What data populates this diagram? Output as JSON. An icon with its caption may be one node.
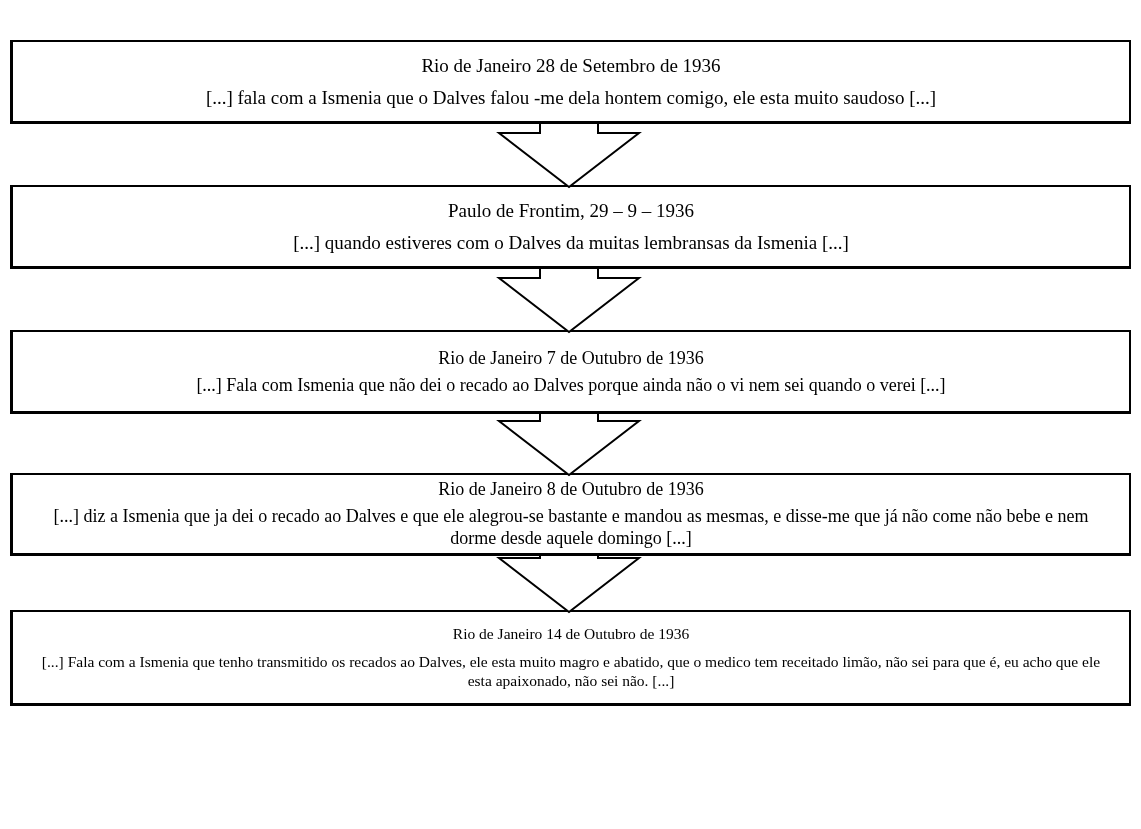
{
  "diagram": {
    "nodes": [
      {
        "text": [
          "Rio de Janeiro 28 de Setembro de 1936",
          "[...] fala com a Ismenia que o Dalves falou -me dela hontem comigo, ele esta muito saudoso [...]"
        ]
      },
      {
        "text": [
          "Paulo de Frontim, 29 – 9 – 1936",
          "[...] quando estiveres com o Dalves da muitas lembransas da Ismenia [...]"
        ]
      },
      {
        "text": [
          "Rio de Janeiro 7 de Outubro de 1936",
          "[...] Fala com Ismenia que não dei o recado ao Dalves porque ainda não o vi nem sei quando o verei [...]"
        ]
      },
      {
        "text": [
          "Rio de Janeiro 8 de Outubro de 1936",
          "[...] diz a Ismenia que ja dei o recado ao Dalves e que ele alegrou-se bastante e mandou as mesmas, e disse-me que já não come não bebe e nem dorme desde aquele domingo [...]"
        ]
      },
      {
        "text": [
          "Rio de Janeiro 14 de Outubro de 1936",
          "[...] Fala com a Ismenia que tenho transmitido os recados ao Dalves, ele esta muito magro e abatido, que o medico tem receitado limão, não sei para que é, eu acho que ele esta apaixonado, não sei não. [...]"
        ]
      }
    ],
    "edges": [
      {
        "from": 0,
        "to": 1,
        "arrow": "to"
      },
      {
        "from": 1,
        "to": 2,
        "arrow": "to"
      },
      {
        "from": 2,
        "to": 3,
        "arrow": "to"
      },
      {
        "from": 3,
        "to": 4,
        "arrow": "to"
      }
    ]
  }
}
